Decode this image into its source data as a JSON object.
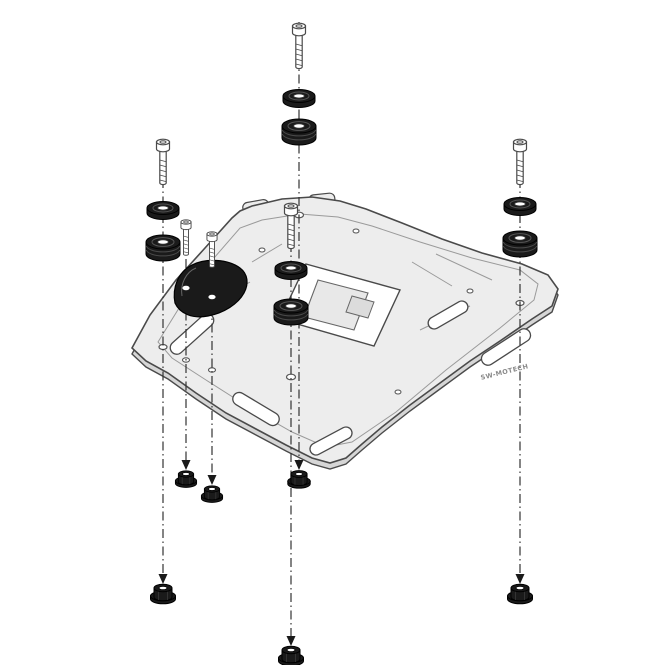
{
  "page": {
    "background": "#ffffff"
  },
  "diagram": {
    "type": "exploded-assembly-drawing",
    "subject": "motorcycle luggage rack plate with mounting hardware",
    "brand_label": "SW-MOTECH",
    "hardware": {
      "socket_screws": 4,
      "small_screws": 2,
      "washers": 4,
      "rubber_grommets": 4,
      "flange_nuts": 6,
      "adapter_plate": 1
    },
    "line_style": "dash-dot assembly centerlines with arrowheads pointing to nuts",
    "colors": {
      "outline": "#4a4a4a",
      "plate_fill": "#ededed",
      "plate_shadow": "#d6d6d6",
      "hardware_black": "#1a1a1a",
      "centerline": "#333333",
      "background": "#ffffff"
    }
  }
}
